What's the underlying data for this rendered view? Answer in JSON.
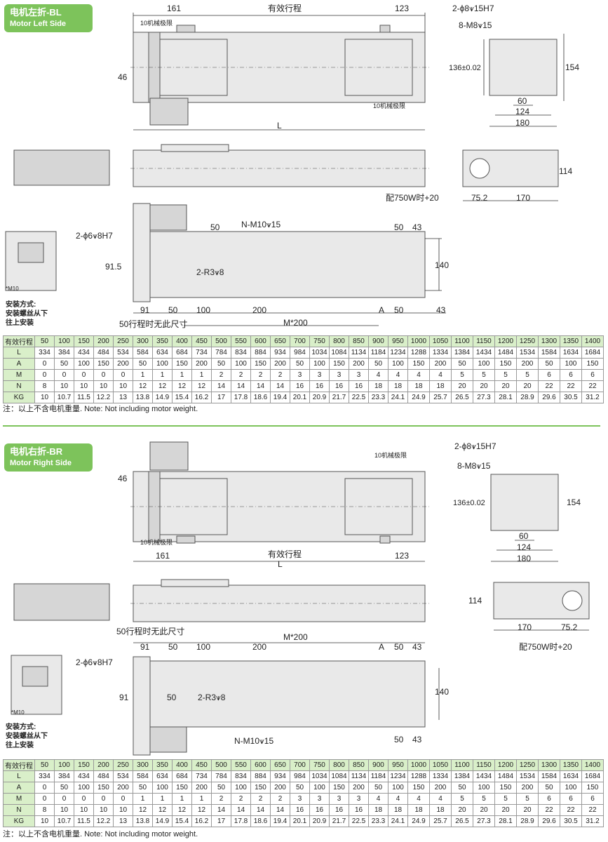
{
  "sections": [
    {
      "badge_cn": "电机左折-BL",
      "badge_en": "Motor Left Side",
      "labels": {
        "dim161": "161",
        "effective_stroke": "有效行程",
        "dim123": "123",
        "limit10a": "10机械极限",
        "limit10b": "10机械极限",
        "dim46": "46",
        "L": "L",
        "hole_phi8": "2-ϕ8⩛15H7",
        "m8": "8-M8⩛15",
        "dim136": "136±0.02",
        "dim154": "154",
        "dim60": "60",
        "dim124": "124",
        "dim180": "180",
        "dim114": "114",
        "dim75": "75.2",
        "dim170": "170",
        "motor750": "配750W时+20",
        "phi6": "2-ϕ6⩛8H7",
        "m10": "N-M10⩛15",
        "dim50a": "50",
        "dim50b": "50",
        "dim43a": "43",
        "dim91_5": "91.5",
        "r3": "2-R3⩛8",
        "dim140": "140",
        "dim91": "91",
        "dim50c": "50",
        "dim100": "100",
        "dim200": "200",
        "A": "A",
        "dim50d": "50",
        "dim43b": "43",
        "stroke50": "50行程时无此尺寸",
        "m200": "M*200",
        "m10_small": "*M10",
        "install1": "安装方式:",
        "install2": "安装螺丝从下",
        "install3": "往上安装"
      },
      "table": {
        "rows": [
          {
            "label": "有效行程",
            "values": [
              "50",
              "100",
              "150",
              "200",
              "250",
              "300",
              "350",
              "400",
              "450",
              "500",
              "550",
              "600",
              "650",
              "700",
              "750",
              "800",
              "850",
              "900",
              "950",
              "1000",
              "1050",
              "1100",
              "1150",
              "1200",
              "1250",
              "1300",
              "1350",
              "1400"
            ]
          },
          {
            "label": "L",
            "values": [
              "334",
              "384",
              "434",
              "484",
              "534",
              "584",
              "634",
              "684",
              "734",
              "784",
              "834",
              "884",
              "934",
              "984",
              "1034",
              "1084",
              "1134",
              "1184",
              "1234",
              "1288",
              "1334",
              "1384",
              "1434",
              "1484",
              "1534",
              "1584",
              "1634",
              "1684"
            ]
          },
          {
            "label": "A",
            "values": [
              "0",
              "50",
              "100",
              "150",
              "200",
              "50",
              "100",
              "150",
              "200",
              "50",
              "100",
              "150",
              "200",
              "50",
              "100",
              "150",
              "200",
              "50",
              "100",
              "150",
              "200",
              "50",
              "100",
              "150",
              "200",
              "50",
              "100",
              "150"
            ]
          },
          {
            "label": "M",
            "values": [
              "0",
              "0",
              "0",
              "0",
              "0",
              "1",
              "1",
              "1",
              "1",
              "2",
              "2",
              "2",
              "2",
              "3",
              "3",
              "3",
              "3",
              "4",
              "4",
              "4",
              "4",
              "5",
              "5",
              "5",
              "5",
              "6",
              "6",
              "6"
            ]
          },
          {
            "label": "N",
            "values": [
              "8",
              "10",
              "10",
              "10",
              "10",
              "12",
              "12",
              "12",
              "12",
              "14",
              "14",
              "14",
              "14",
              "16",
              "16",
              "16",
              "16",
              "18",
              "18",
              "18",
              "18",
              "20",
              "20",
              "20",
              "20",
              "22",
              "22",
              "22"
            ]
          },
          {
            "label": "KG",
            "values": [
              "10",
              "10.7",
              "11.5",
              "12.2",
              "13",
              "13.8",
              "14.9",
              "15.4",
              "16.2",
              "17",
              "17.8",
              "18.6",
              "19.4",
              "20.1",
              "20.9",
              "21.7",
              "22.5",
              "23.3",
              "24.1",
              "24.9",
              "25.7",
              "26.5",
              "27.3",
              "28.1",
              "28.9",
              "29.6",
              "30.5",
              "31.2"
            ]
          }
        ]
      },
      "note": "注：以上不含电机重量. Note: Not including motor weight."
    },
    {
      "badge_cn": "电机右折-BR",
      "badge_en": "Motor Right Side",
      "labels": {
        "dim161": "161",
        "effective_stroke": "有效行程",
        "dim123": "123",
        "limit10a": "10机械极限",
        "limit10b": "10机械极限",
        "dim46": "46",
        "L": "L",
        "hole_phi8": "2-ϕ8⩛15H7",
        "m8": "8-M8⩛15",
        "dim136": "136±0.02",
        "dim154": "154",
        "dim60": "60",
        "dim124": "124",
        "dim180": "180",
        "dim114": "114",
        "dim75": "75.2",
        "dim170": "170",
        "motor750": "配750W时+20",
        "phi6": "2-ϕ6⩛8H7",
        "m10": "N-M10⩛15",
        "dim50a": "50",
        "dim50b": "50",
        "dim43a": "43",
        "dim91_5": "91",
        "r3": "2-R3⩛8",
        "dim140": "140",
        "dim91": "91",
        "dim50c": "50",
        "dim100": "100",
        "dim200": "200",
        "A": "A",
        "dim50d": "50",
        "dim43b": "43",
        "stroke50": "50行程时无此尺寸",
        "m200": "M*200",
        "m10_small": "*M10",
        "install1": "安装方式:",
        "install2": "安装螺丝从下",
        "install3": "往上安装"
      },
      "table": {
        "rows": [
          {
            "label": "有效行程",
            "values": [
              "50",
              "100",
              "150",
              "200",
              "250",
              "300",
              "350",
              "400",
              "450",
              "500",
              "550",
              "600",
              "650",
              "700",
              "750",
              "800",
              "850",
              "900",
              "950",
              "1000",
              "1050",
              "1100",
              "1150",
              "1200",
              "1250",
              "1300",
              "1350",
              "1400"
            ]
          },
          {
            "label": "L",
            "values": [
              "334",
              "384",
              "434",
              "484",
              "534",
              "584",
              "634",
              "684",
              "734",
              "784",
              "834",
              "884",
              "934",
              "984",
              "1034",
              "1084",
              "1134",
              "1184",
              "1234",
              "1288",
              "1334",
              "1384",
              "1434",
              "1484",
              "1534",
              "1584",
              "1634",
              "1684"
            ]
          },
          {
            "label": "A",
            "values": [
              "0",
              "50",
              "100",
              "150",
              "200",
              "50",
              "100",
              "150",
              "200",
              "50",
              "100",
              "150",
              "200",
              "50",
              "100",
              "150",
              "200",
              "50",
              "100",
              "150",
              "200",
              "50",
              "100",
              "150",
              "200",
              "50",
              "100",
              "150"
            ]
          },
          {
            "label": "M",
            "values": [
              "0",
              "0",
              "0",
              "0",
              "0",
              "1",
              "1",
              "1",
              "1",
              "2",
              "2",
              "2",
              "2",
              "3",
              "3",
              "3",
              "3",
              "4",
              "4",
              "4",
              "4",
              "5",
              "5",
              "5",
              "5",
              "6",
              "6",
              "6"
            ]
          },
          {
            "label": "N",
            "values": [
              "8",
              "10",
              "10",
              "10",
              "10",
              "12",
              "12",
              "12",
              "12",
              "14",
              "14",
              "14",
              "14",
              "16",
              "16",
              "16",
              "16",
              "18",
              "18",
              "18",
              "18",
              "20",
              "20",
              "20",
              "20",
              "22",
              "22",
              "22"
            ]
          },
          {
            "label": "KG",
            "values": [
              "10",
              "10.7",
              "11.5",
              "12.2",
              "13",
              "13.8",
              "14.9",
              "15.4",
              "16.2",
              "17",
              "17.8",
              "18.6",
              "19.4",
              "20.1",
              "20.9",
              "21.7",
              "22.5",
              "23.3",
              "24.1",
              "24.9",
              "25.7",
              "26.5",
              "27.3",
              "28.1",
              "28.9",
              "29.6",
              "30.5",
              "31.2"
            ]
          }
        ]
      },
      "note": "注：以上不含电机重量. Note: Not including motor weight."
    }
  ]
}
